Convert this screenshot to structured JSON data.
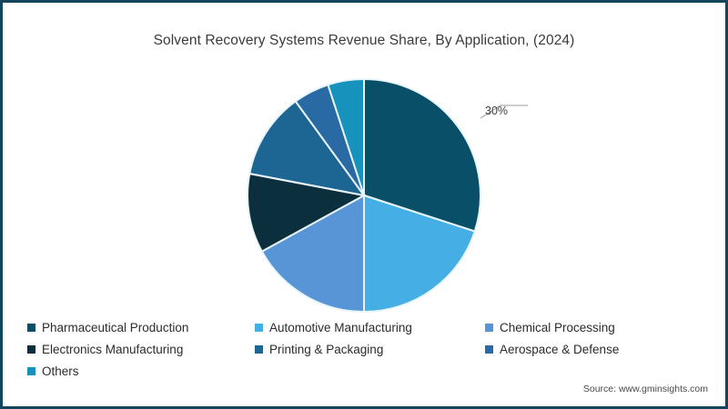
{
  "figure": {
    "title": "Solvent Recovery Systems Revenue Share, By Application, (2024)",
    "source": "Source: www.gminsights.com",
    "callout": "30%",
    "border_color": "#13465c",
    "background": "#ffffff",
    "slice_separator_color": "#e8f5fb"
  },
  "chart_data": {
    "type": "pie",
    "title": "Solvent Recovery Systems Revenue Share, By Application, (2024)",
    "xlabel": "",
    "ylabel": "",
    "unit": "%",
    "start_angle_deg": 0,
    "direction": "clockwise",
    "legend_position": "bottom",
    "grid": false,
    "labels": [
      "Pharmaceutical Production",
      "Automotive Manufacturing",
      "Chemical Processing",
      "Electronics Manufacturing",
      "Printing & Packaging",
      "Aerospace & Defense",
      "Others"
    ],
    "values": [
      30,
      20,
      17,
      11,
      12,
      5,
      5
    ],
    "colors": [
      "#0a4f68",
      "#45aee4",
      "#5795d6",
      "#0c2f3e",
      "#1d6593",
      "#2a6aa4",
      "#1792bc"
    ],
    "annotations": [
      {
        "label": "30%",
        "series": "Pharmaceutical Production"
      }
    ]
  },
  "legend": {
    "items": [
      {
        "label": "Pharmaceutical Production",
        "color": "#0a4f68"
      },
      {
        "label": "Automotive Manufacturing",
        "color": "#45aee4"
      },
      {
        "label": "Chemical Processing",
        "color": "#5795d6"
      },
      {
        "label": "Electronics Manufacturing",
        "color": "#0c2f3e"
      },
      {
        "label": "Printing & Packaging",
        "color": "#1d6593"
      },
      {
        "label": "Aerospace & Defense",
        "color": "#2a6aa4"
      },
      {
        "label": "Others",
        "color": "#1792bc"
      }
    ]
  }
}
